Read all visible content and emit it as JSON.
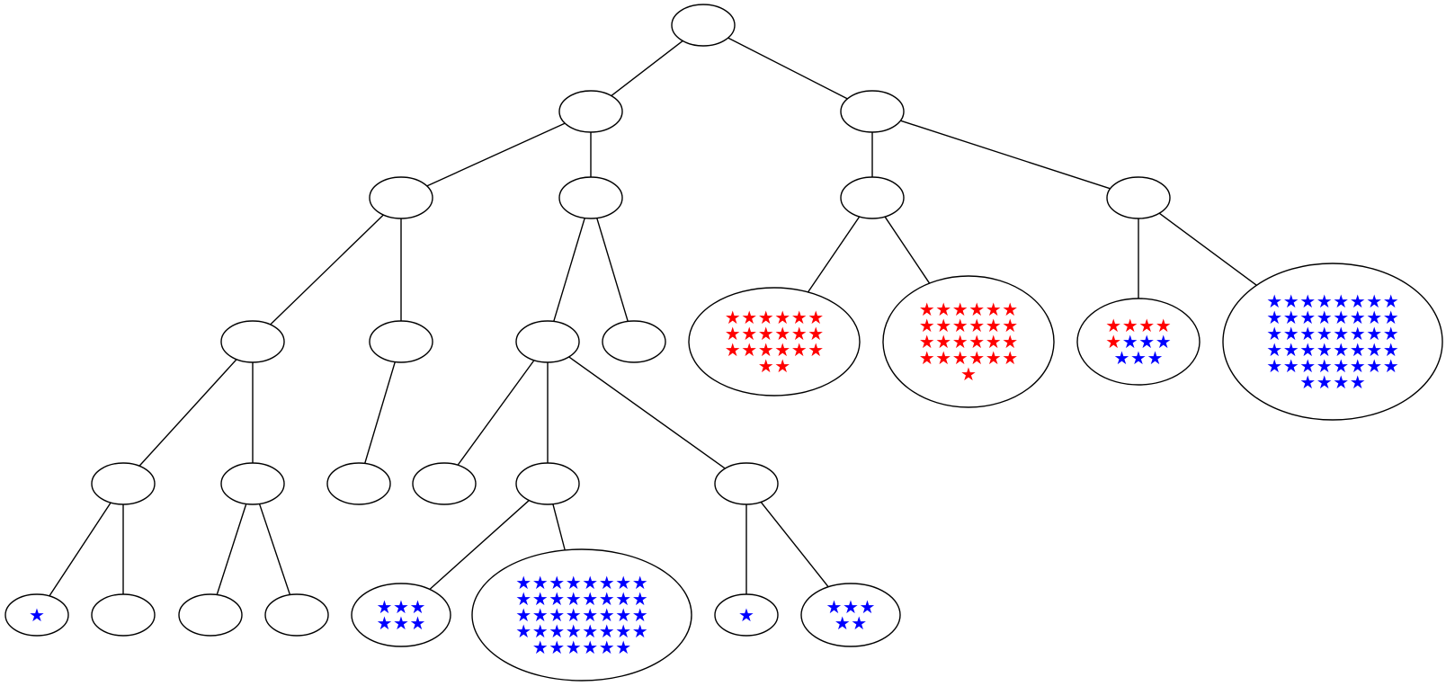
{
  "colors": {
    "red_star": "#ff0000",
    "blue_star": "#0000ff",
    "line": "#000000"
  },
  "star_glyph": "★",
  "nodes": [
    {
      "id": "root",
      "parent": null,
      "red": 0,
      "blue": 0
    },
    {
      "id": "n1",
      "parent": "root",
      "red": 0,
      "blue": 0
    },
    {
      "id": "n2",
      "parent": "root",
      "red": 0,
      "blue": 0
    },
    {
      "id": "n11",
      "parent": "n1",
      "red": 0,
      "blue": 0
    },
    {
      "id": "n12",
      "parent": "n1",
      "red": 0,
      "blue": 0
    },
    {
      "id": "n21",
      "parent": "n2",
      "red": 0,
      "blue": 0
    },
    {
      "id": "n22",
      "parent": "n2",
      "red": 0,
      "blue": 0
    },
    {
      "id": "n111",
      "parent": "n11",
      "red": 0,
      "blue": 0
    },
    {
      "id": "n112",
      "parent": "n11",
      "red": 0,
      "blue": 0
    },
    {
      "id": "n121",
      "parent": "n12",
      "red": 0,
      "blue": 0
    },
    {
      "id": "n122",
      "parent": "n12",
      "red": 0,
      "blue": 0
    },
    {
      "id": "n211",
      "parent": "n21",
      "red": 20,
      "blue": 0
    },
    {
      "id": "n212",
      "parent": "n21",
      "red": 25,
      "blue": 0
    },
    {
      "id": "n221",
      "parent": "n22",
      "red": 5,
      "blue": 6
    },
    {
      "id": "n222",
      "parent": "n22",
      "red": 0,
      "blue": 44
    },
    {
      "id": "n1111",
      "parent": "n111",
      "red": 0,
      "blue": 0
    },
    {
      "id": "n1112",
      "parent": "n111",
      "red": 0,
      "blue": 0
    },
    {
      "id": "n1121",
      "parent": "n112",
      "red": 0,
      "blue": 0
    },
    {
      "id": "n1211",
      "parent": "n121",
      "red": 0,
      "blue": 0
    },
    {
      "id": "n1212",
      "parent": "n121",
      "red": 0,
      "blue": 0
    },
    {
      "id": "n1213",
      "parent": "n121",
      "red": 0,
      "blue": 0
    },
    {
      "id": "n11111",
      "parent": "n1111",
      "red": 0,
      "blue": 1
    },
    {
      "id": "n11112",
      "parent": "n1111",
      "red": 0,
      "blue": 0
    },
    {
      "id": "n11121",
      "parent": "n1112",
      "red": 0,
      "blue": 0
    },
    {
      "id": "n11122",
      "parent": "n1112",
      "red": 0,
      "blue": 0
    },
    {
      "id": "n12121",
      "parent": "n1212",
      "red": 0,
      "blue": 6
    },
    {
      "id": "n12122",
      "parent": "n1212",
      "red": 0,
      "blue": 38
    },
    {
      "id": "n12131",
      "parent": "n1213",
      "red": 0,
      "blue": 1
    },
    {
      "id": "n12132",
      "parent": "n1213",
      "red": 0,
      "blue": 5
    }
  ]
}
